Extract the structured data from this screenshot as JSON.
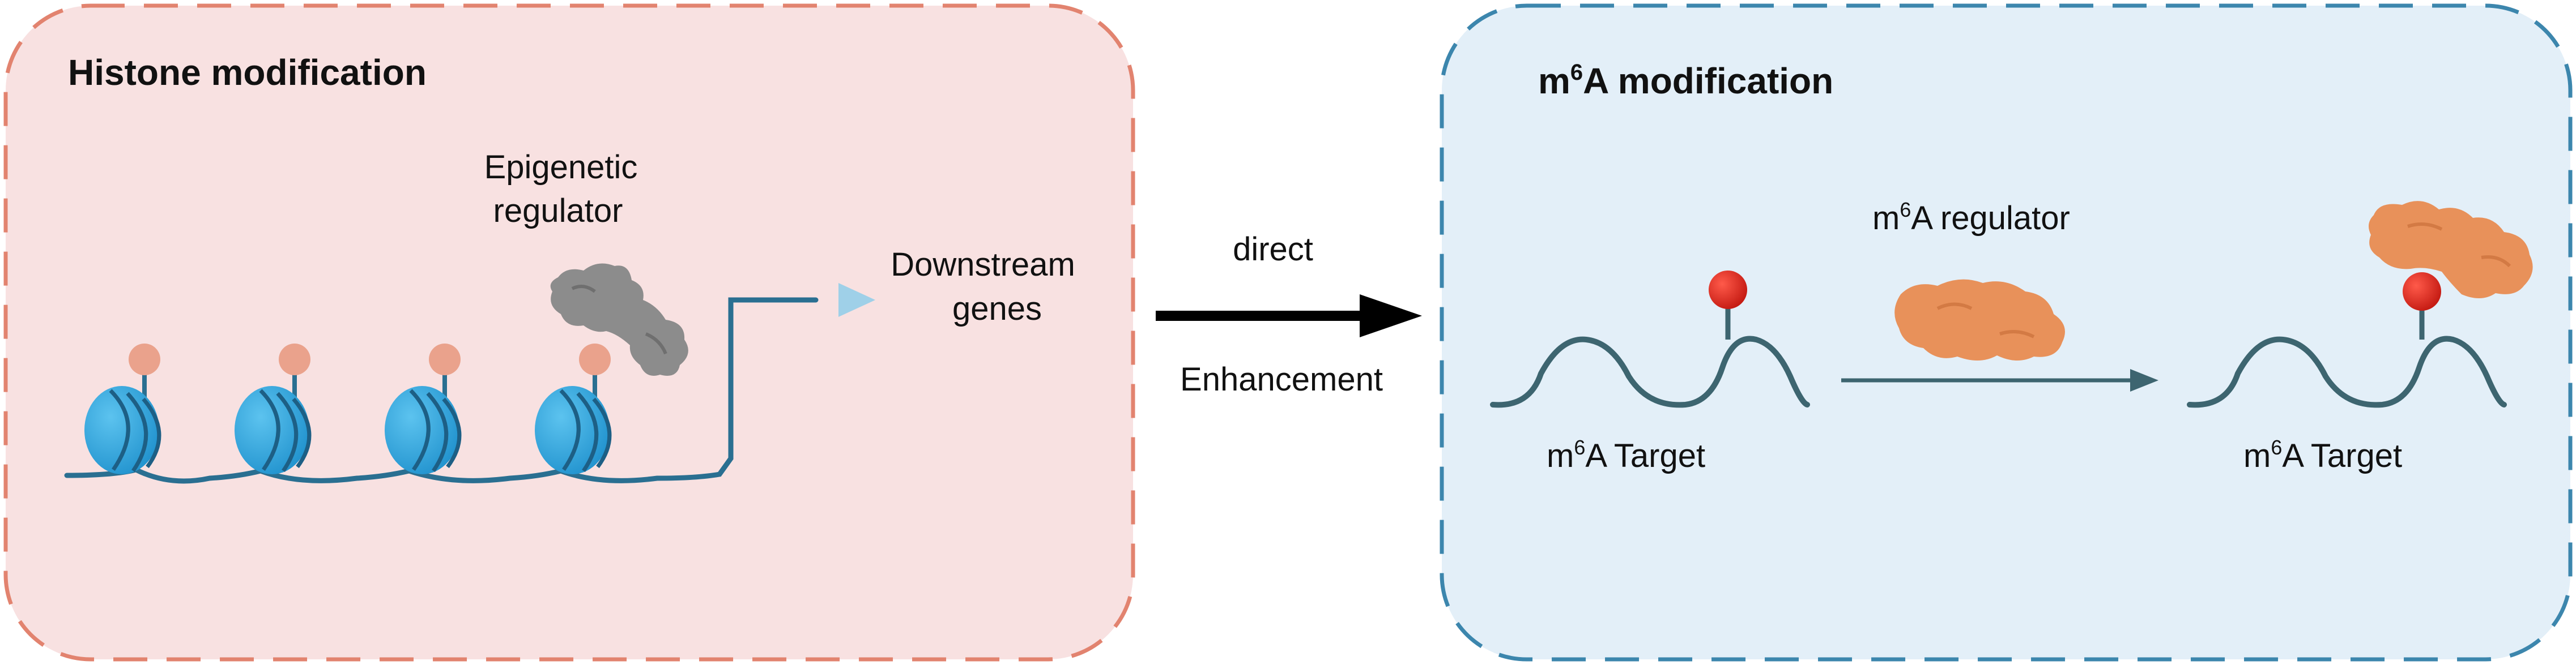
{
  "left_panel": {
    "title": "Histone modification",
    "regulator_label_line1": "Epigenetic",
    "regulator_label_line2": "regulator",
    "downstream_line1": "Downstream",
    "downstream_line2": "genes",
    "colors": {
      "fill": "#f8e1e1",
      "border": "#e2836f",
      "histone": "#33a9df",
      "dna": "#2a6f91",
      "mark": "#eaa28c",
      "regulator": "#8c8c8c"
    }
  },
  "center": {
    "top_label": "direct",
    "bottom_label": "Enhancement"
  },
  "right_panel": {
    "title_prefix": "m",
    "title_sup": "6",
    "title_suffix": "A modification",
    "regulator_prefix": "m",
    "regulator_sup": "6",
    "regulator_suffix": "A regulator",
    "target_left_prefix": "m",
    "target_left_sup": "6",
    "target_left_suffix": "A Target",
    "target_right_prefix": "m",
    "target_right_sup": "6",
    "target_right_suffix": "A Target",
    "colors": {
      "fill": "#e3eff8",
      "border": "#3c86ad",
      "rna": "#3d6570",
      "mark": "#e02a20",
      "regulator": "#e8915a"
    }
  }
}
